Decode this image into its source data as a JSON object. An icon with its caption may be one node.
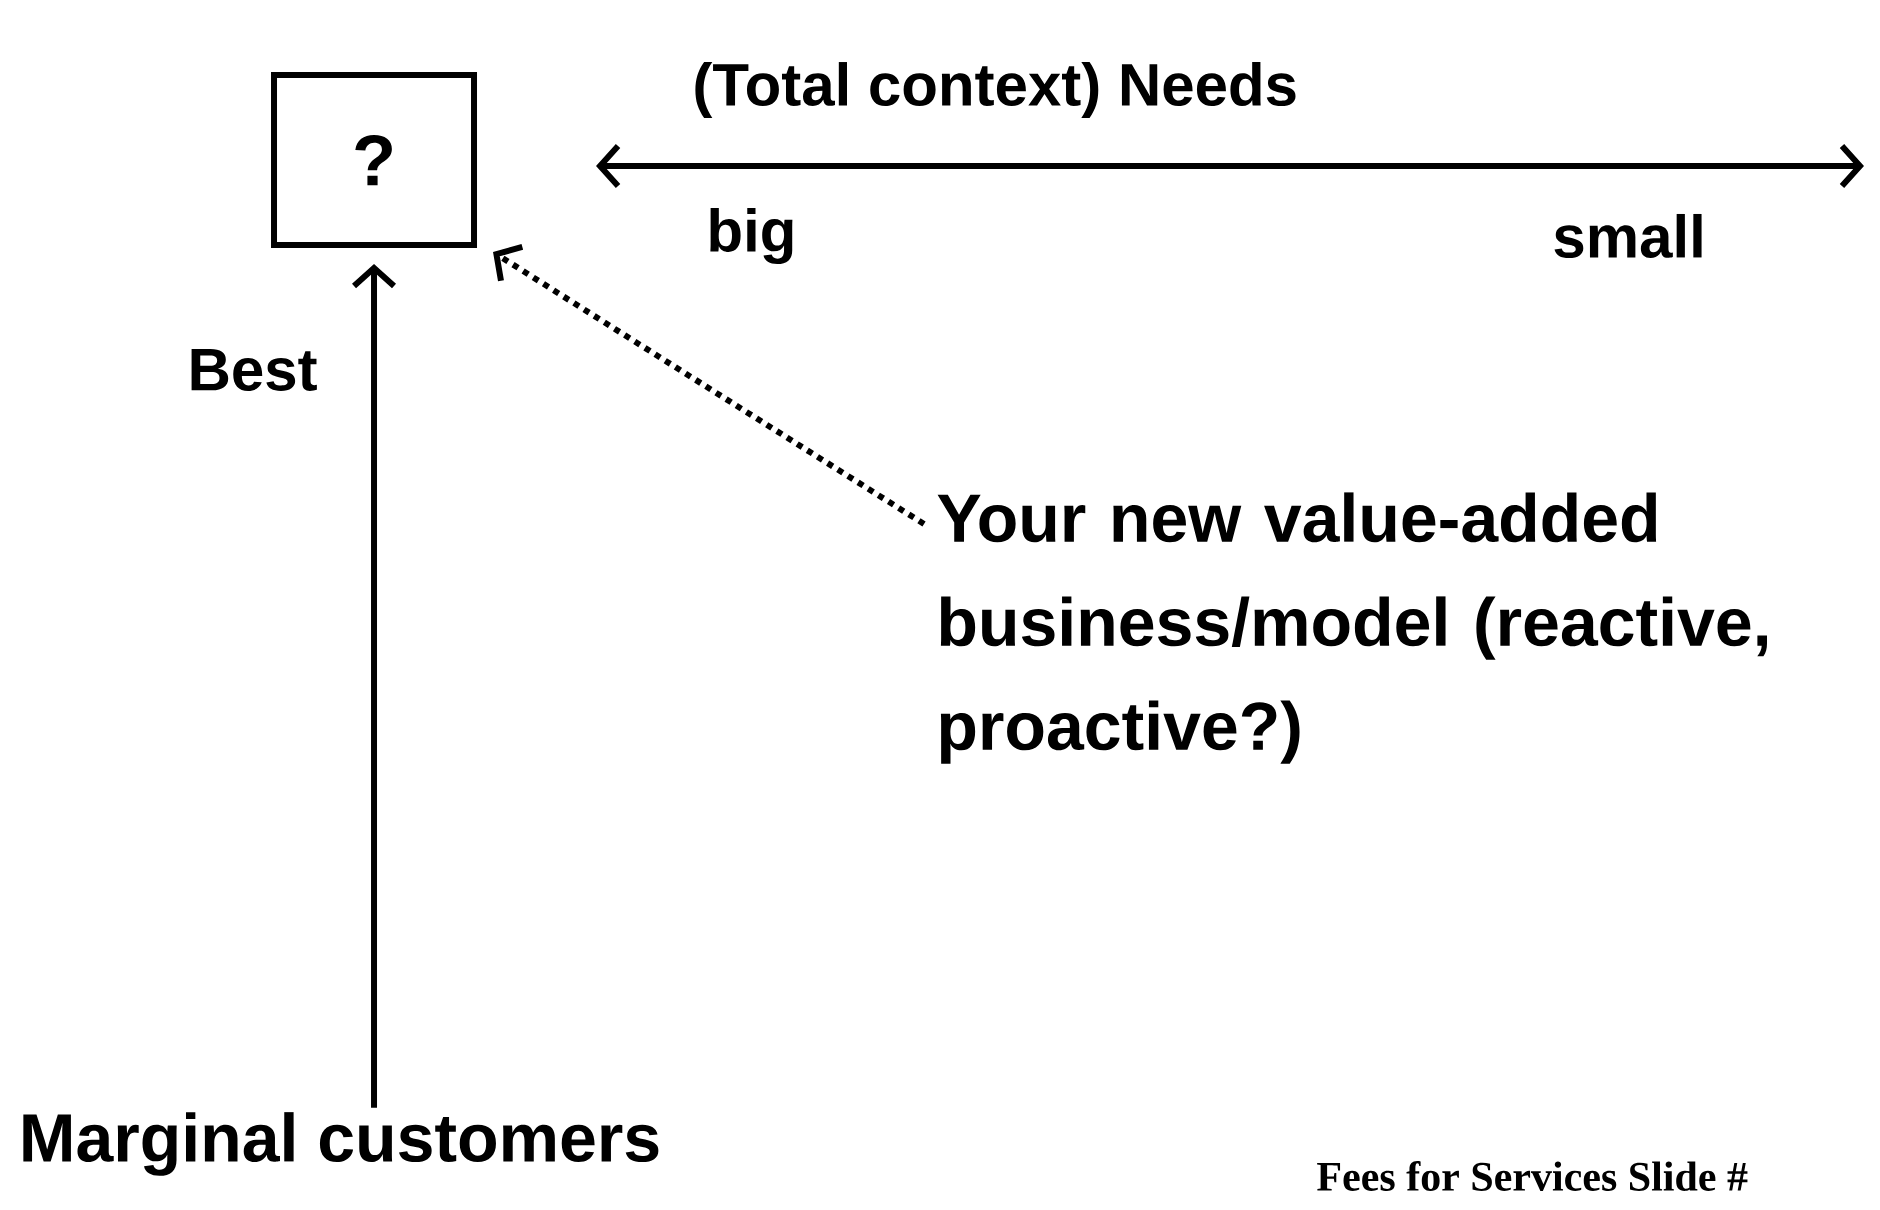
{
  "diagram": {
    "nodes": [
      {
        "text": [
          "?"
        ]
      },
      {
        "text": [
          "Your new value-added business/model (reactive, proactive?)"
        ]
      },
      {
        "text": [
          "Marginal customers"
        ]
      }
    ],
    "edges": [
      {
        "from": 2,
        "to": 0,
        "arrow": "to"
      },
      {
        "from": 1,
        "to": 0,
        "arrow": "to",
        "style": "dashed"
      }
    ],
    "labels": [
      "(Total context) Needs",
      "big",
      "small",
      "Best",
      "Fees for Services Slide #"
    ]
  }
}
